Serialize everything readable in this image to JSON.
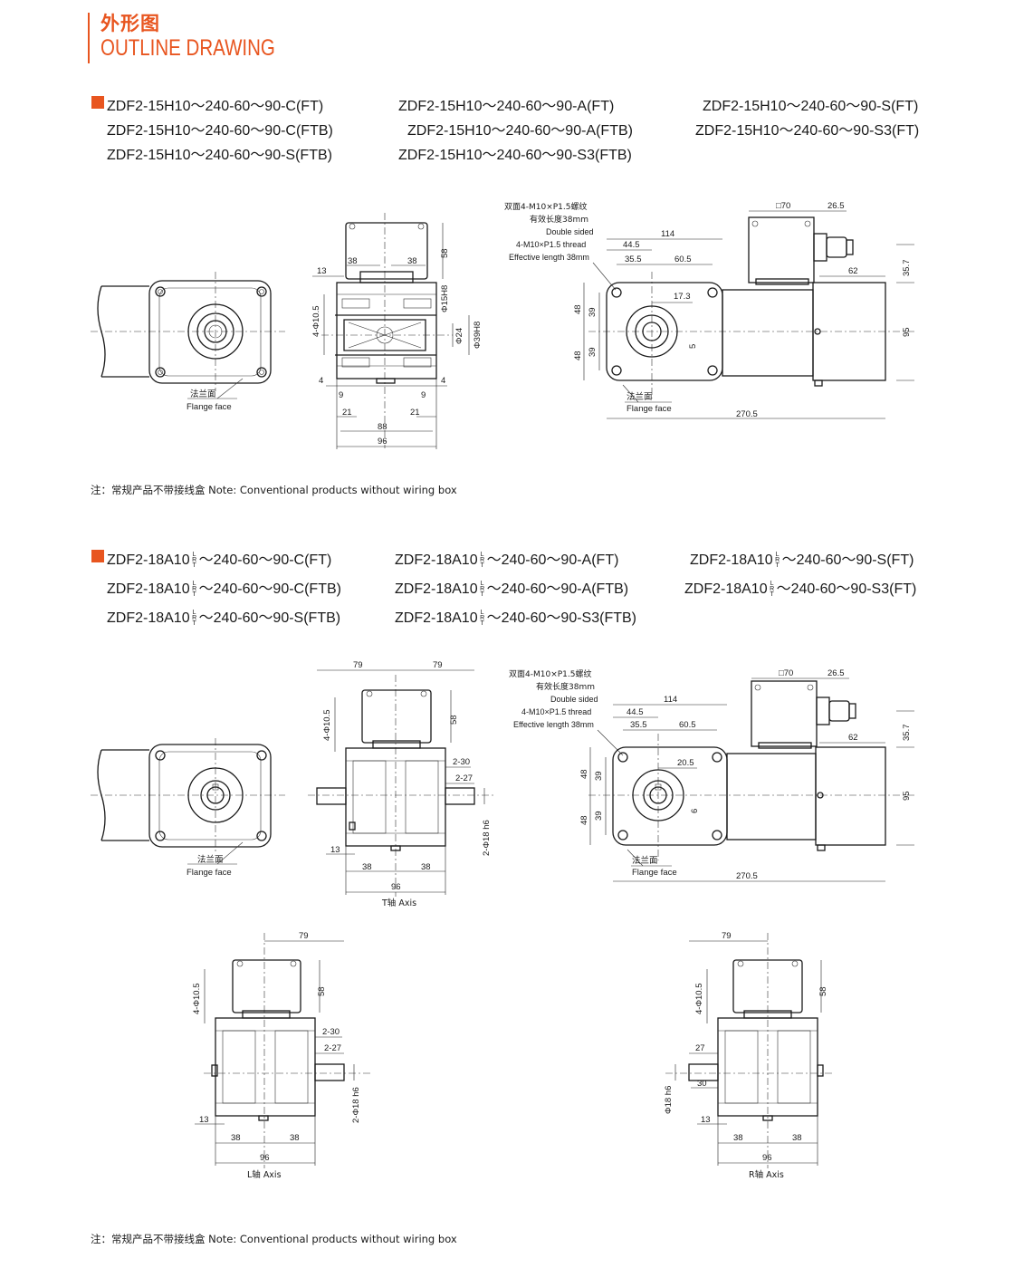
{
  "header": {
    "title_cn": "外形图",
    "title_en": "OUTLINE DRAWING"
  },
  "colors": {
    "accent": "#e8551f",
    "ink": "#1a1a1a"
  },
  "section1": {
    "models": [
      "ZDF2-15H10～240-60～90-C(FT)",
      "ZDF2-15H10～240-60～90-A(FT)",
      "ZDF2-15H10～240-60～90-S(FT)",
      "ZDF2-15H10～240-60～90-C(FTB)",
      "ZDF2-15H10～240-60～90-A(FTB)",
      "ZDF2-15H10～240-60～90-S3(FT)",
      "ZDF2-15H10～240-60～90-S(FTB)",
      "ZDF2-15H10～240-60～90-S3(FTB)"
    ],
    "note": "注：常规产品不带接线盒 Note: Conventional products without wiring box"
  },
  "section2": {
    "models": [
      {
        "pre": "ZDF2-18A10",
        "post": "～240-60～90-C(FT)"
      },
      {
        "pre": "ZDF2-18A10",
        "post": "～240-60～90-A(FT)"
      },
      {
        "pre": "ZDF2-18A10",
        "post": "～240-60～90-S(FT)"
      },
      {
        "pre": "ZDF2-18A10",
        "post": "～240-60～90-C(FTB)"
      },
      {
        "pre": "ZDF2-18A10",
        "post": "～240-60～90-A(FTB)"
      },
      {
        "pre": "ZDF2-18A10",
        "post": "～240-60～90-S3(FT)"
      },
      {
        "pre": "ZDF2-18A10",
        "post": "～240-60～90-S(FTB)"
      },
      {
        "pre": "ZDF2-18A10",
        "post": "～240-60～90-S3(FTB)"
      }
    ],
    "lrt": [
      "L",
      "R",
      "T"
    ],
    "note": "注：常规产品不带接线盒 Note: Conventional products without wiring box"
  },
  "labels": {
    "flange_cn": "法兰面",
    "flange_en": "Flange face",
    "thread_cn1": "双面4-M10×P1.5螺纹",
    "thread_cn2": "有效长度38mm",
    "thread_en1": "Double sided",
    "thread_en2": "4-M10×P1.5 thread",
    "thread_en3": "Effective length 38mm",
    "t_axis": "T轴 Axis",
    "l_axis": "L轴 Axis",
    "r_axis": "R轴 Axis"
  },
  "dims": {
    "d13": "13",
    "d38": "38",
    "d58": "58",
    "d4phi": "4-Φ10.5",
    "d15h8": "Φ15H8",
    "d24": "Φ24",
    "d39h8": "Φ39H8",
    "d4": "4",
    "d9": "9",
    "d21": "21",
    "d88": "88",
    "d96": "96",
    "d114": "114",
    "d445": "44.5",
    "d355": "35.5",
    "d605": "60.5",
    "sq70": "□70",
    "d265": "26.5",
    "d62": "62",
    "d357": "35.7",
    "d95": "95",
    "d48": "48",
    "d39": "39",
    "d173": "17.3",
    "d5": "5",
    "d2705": "270.5",
    "d79": "79",
    "d230": "2-30",
    "d227": "2-27",
    "d18h6": "2-Φ18 h6",
    "d205": "20.5",
    "d6": "6",
    "d27": "27",
    "d30": "30",
    "phi18h6": "Φ18 h6"
  }
}
